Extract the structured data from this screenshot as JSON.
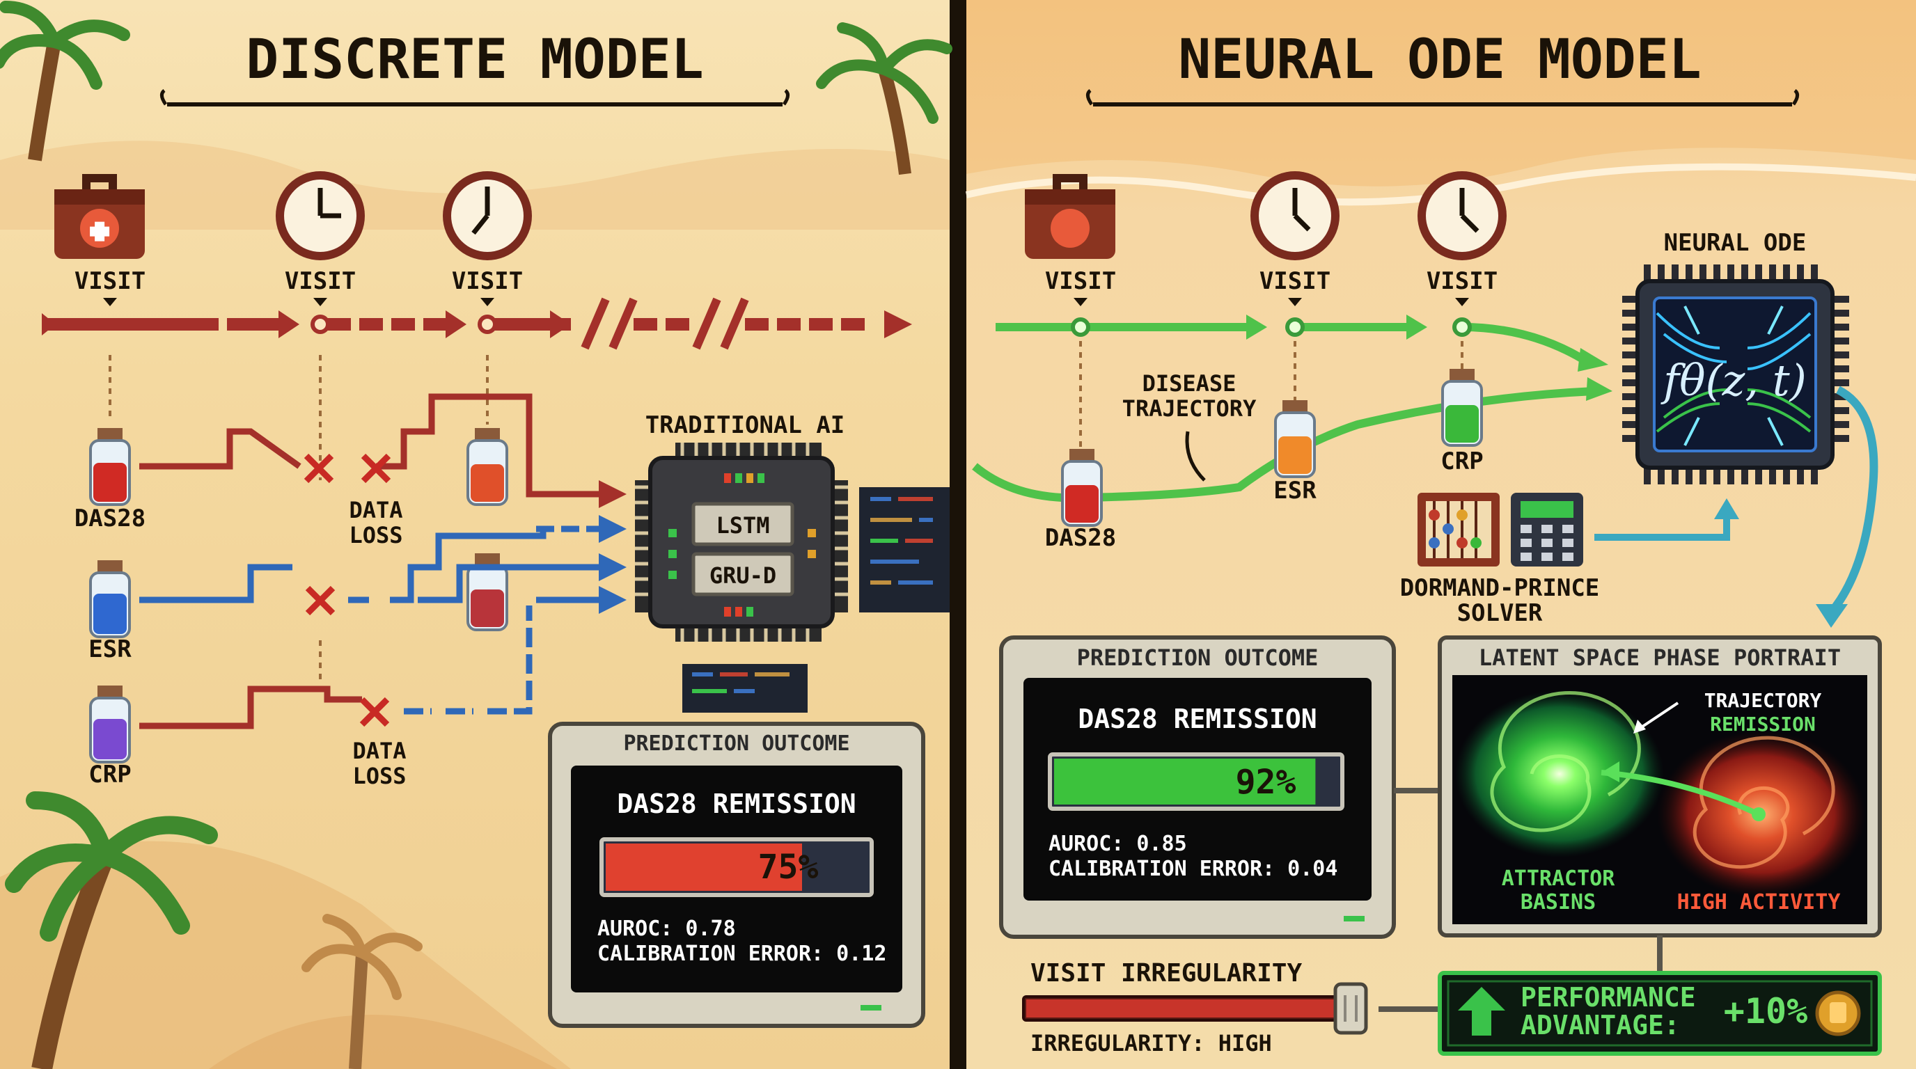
{
  "left": {
    "title": "DISCRETE MODEL",
    "visit_labels": [
      "VISIT",
      "VISIT",
      "VISIT"
    ],
    "biomarkers": [
      "DAS28",
      "ESR",
      "CRP"
    ],
    "data_loss_1": [
      "DATA",
      "LOSS"
    ],
    "data_loss_2": [
      "DATA",
      "LOSS"
    ],
    "chip_title": "TRADITIONAL AI",
    "chip_labels": [
      "LSTM",
      "GRU-D"
    ],
    "outcome": {
      "header": "PREDICTION OUTCOME",
      "metric": "DAS28 REMISSION",
      "progress_percent": 75,
      "progress_text": "75%",
      "auroc": "AUROC: 0.78",
      "calibration": "CALIBRATION ERROR: 0.12"
    }
  },
  "right": {
    "title": "NEURAL ODE MODEL",
    "visit_labels": [
      "VISIT",
      "VISIT",
      "VISIT"
    ],
    "biomarkers": [
      "DAS28",
      "ESR",
      "CRP"
    ],
    "trajectory_label": [
      "DISEASE",
      "TRAJECTORY"
    ],
    "ode_title": "NEURAL ODE",
    "ode_formula": "fθ(z, t)",
    "solver_label": [
      "DORMAND-PRINCE",
      "SOLVER"
    ],
    "outcome": {
      "header": "PREDICTION OUTCOME",
      "metric": "DAS28 REMISSION",
      "progress_percent": 92,
      "progress_text": "92%",
      "auroc": "AUROC: 0.85",
      "calibration": "CALIBRATION ERROR: 0.04"
    },
    "phase": {
      "header": "LATENT SPACE PHASE PORTRAIT",
      "trajectory": "TRAJECTORY",
      "remission": "REMISSION",
      "attractor": [
        "ATTRACTOR",
        "BASINS"
      ],
      "high_activity": "HIGH ACTIVITY"
    },
    "irregularity": {
      "label": "VISIT IRREGULARITY",
      "status": "IRREGULARITY: HIGH",
      "level_percent": 100
    },
    "advantage": {
      "label": [
        "PERFORMANCE",
        "ADVANTAGE:"
      ],
      "value": "+10%"
    }
  },
  "colors": {
    "sand": "#f4d9a0",
    "discrete_red": "#a4302a",
    "discrete_blue": "#2f68b8",
    "ode_green": "#4fc24a",
    "bar_red": "#e0412f",
    "bar_green": "#3cc23c"
  }
}
